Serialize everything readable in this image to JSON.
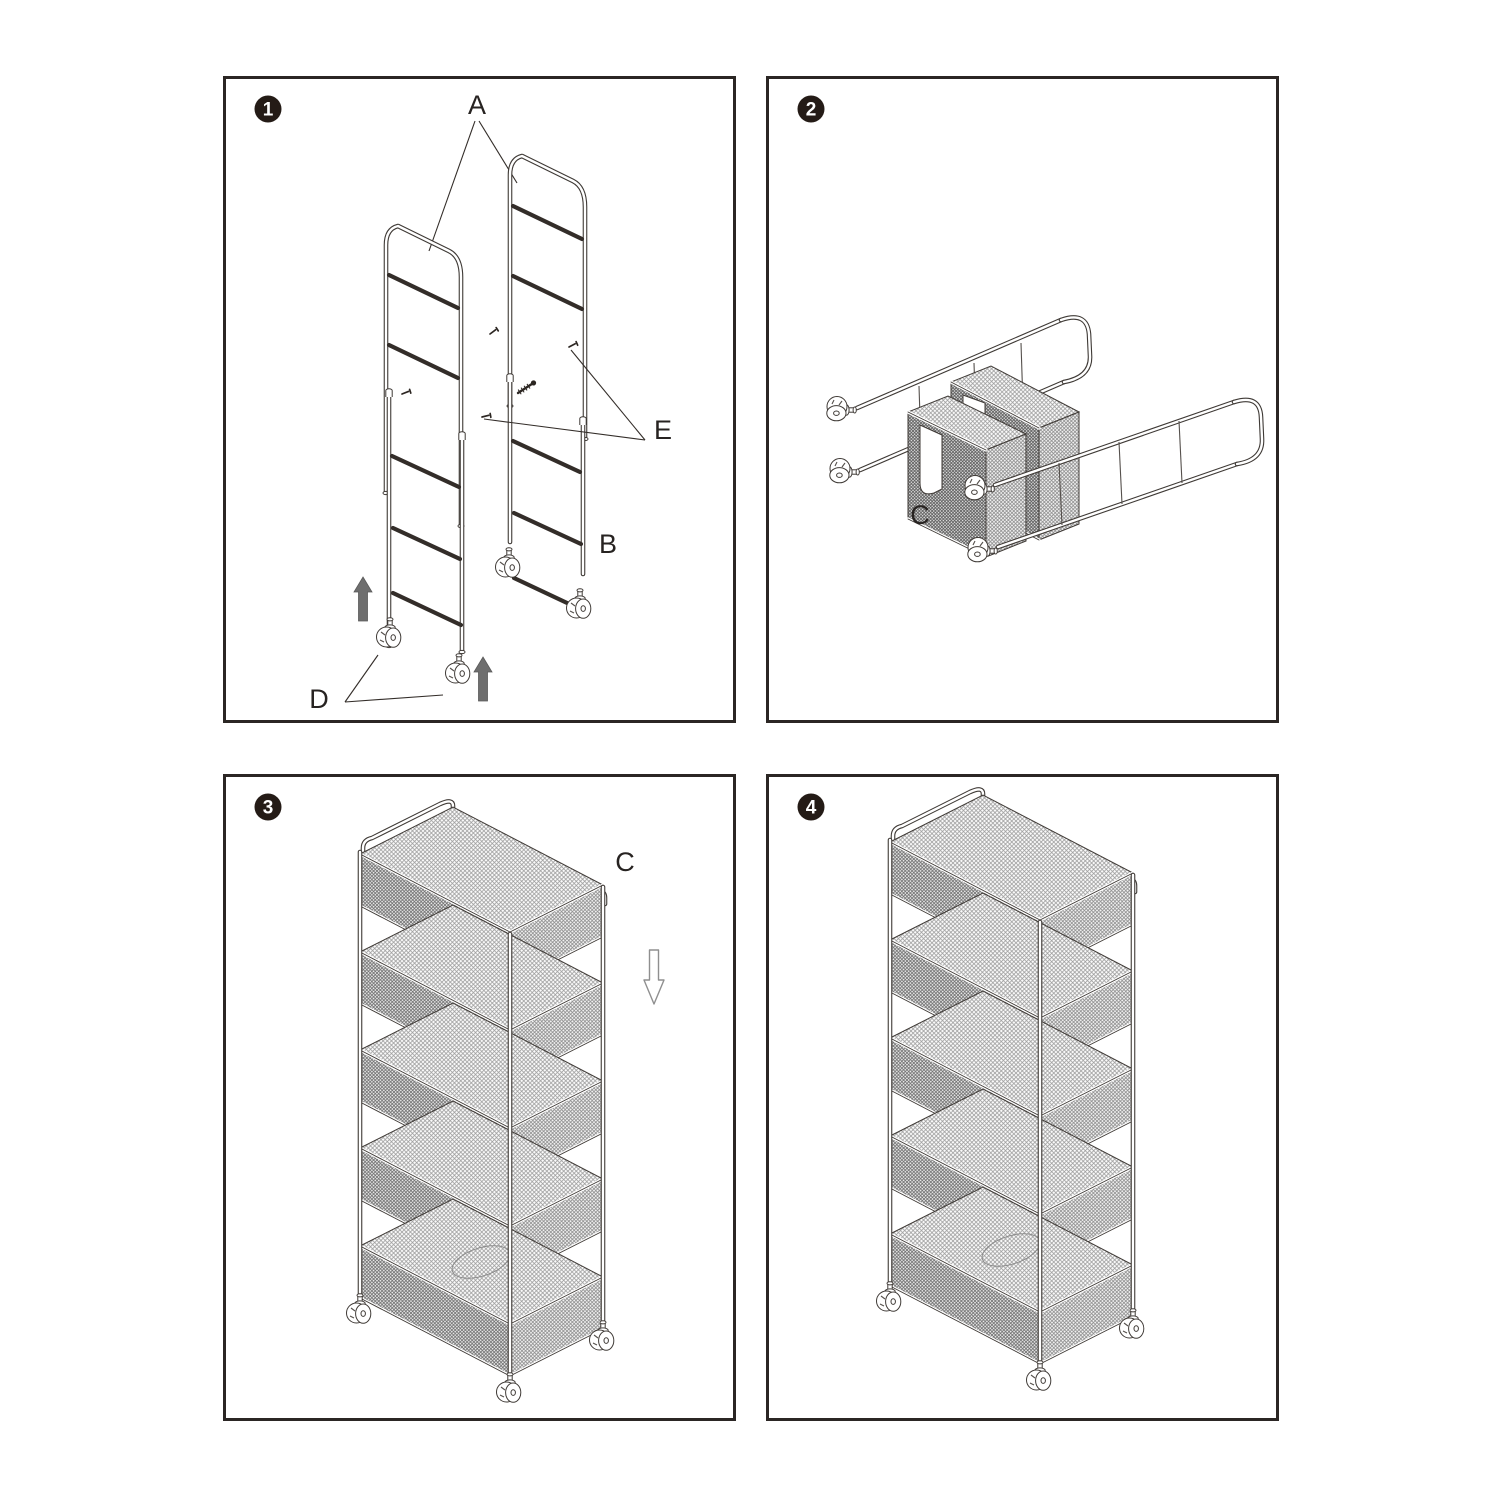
{
  "styles": {
    "background": "#ffffff",
    "panel_border": "#2b2624",
    "line": "#3f3a36",
    "rail": "#332d29",
    "badge_bg": "#241b16",
    "badge_text": "#ffffff",
    "arrow_gray": "#6e6e6e",
    "hollow_arrow_outline": "#8f8f8f",
    "label_color": "#272321"
  },
  "panels": [
    {
      "id": "step-1",
      "number": "1",
      "labels": {
        "A": "A",
        "B": "B",
        "D": "D",
        "E": "E"
      }
    },
    {
      "id": "step-2",
      "number": "2",
      "labels": {
        "C": "C"
      }
    },
    {
      "id": "step-3",
      "number": "3",
      "labels": {
        "C": "C"
      }
    },
    {
      "id": "step-4",
      "number": "4",
      "labels": {}
    }
  ]
}
